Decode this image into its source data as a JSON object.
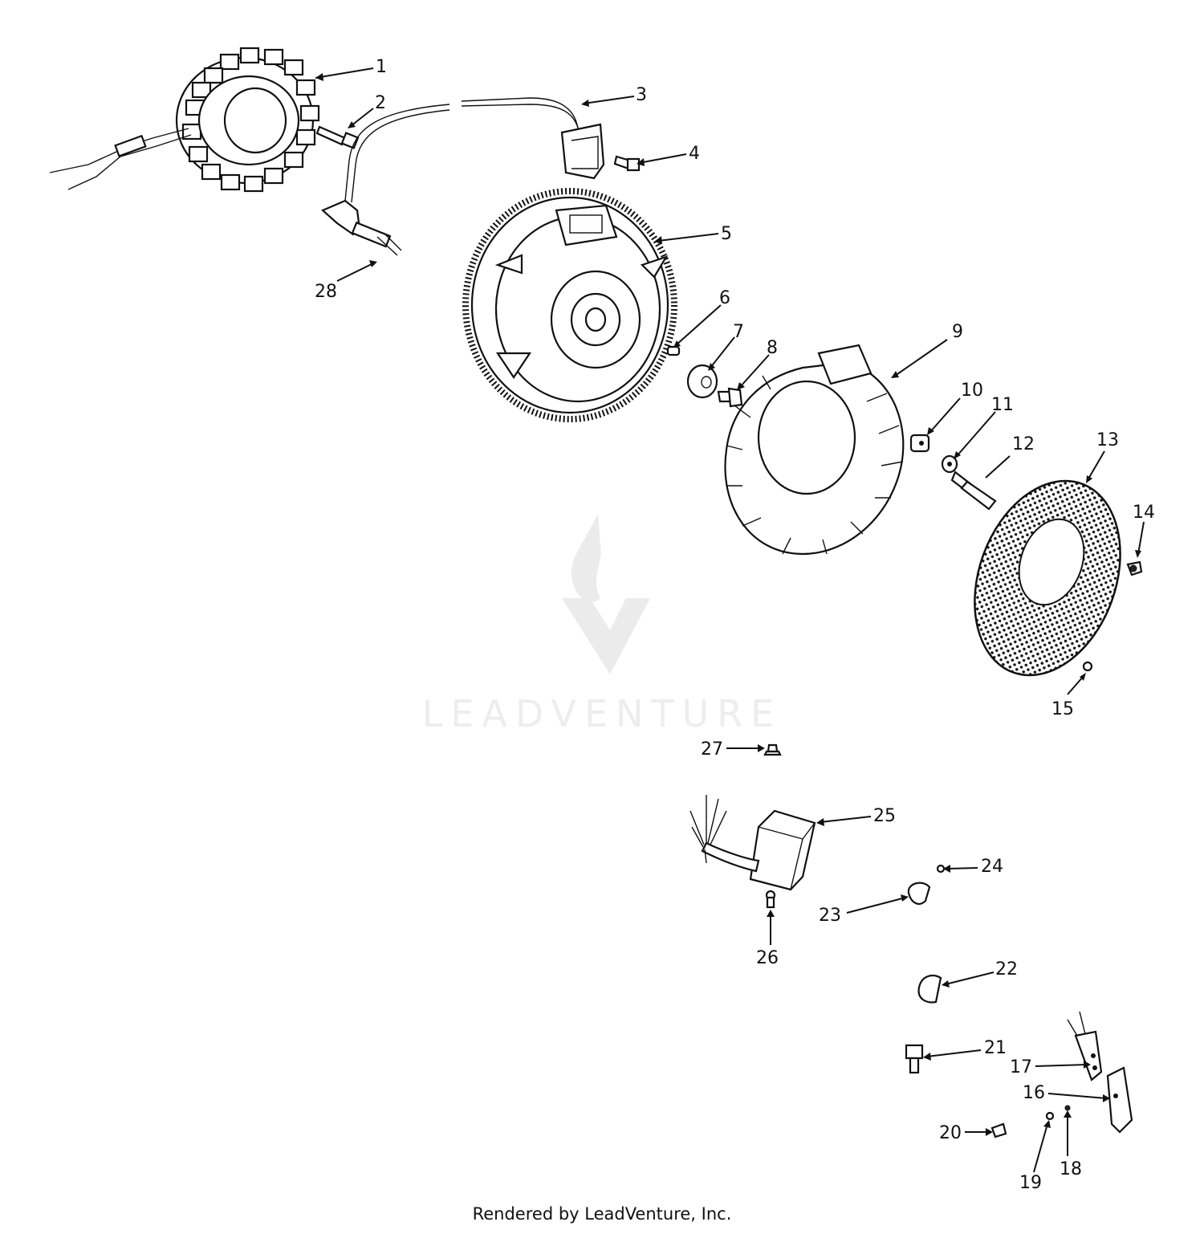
{
  "watermark": {
    "text": "LEADVENTURE"
  },
  "footer": {
    "text": "Rendered by LeadVenture, Inc."
  },
  "callouts": [
    {
      "n": "1"
    },
    {
      "n": "2"
    },
    {
      "n": "3"
    },
    {
      "n": "4"
    },
    {
      "n": "5"
    },
    {
      "n": "6"
    },
    {
      "n": "7"
    },
    {
      "n": "8"
    },
    {
      "n": "9"
    },
    {
      "n": "10"
    },
    {
      "n": "11"
    },
    {
      "n": "12"
    },
    {
      "n": "13"
    },
    {
      "n": "14"
    },
    {
      "n": "15"
    },
    {
      "n": "16"
    },
    {
      "n": "17"
    },
    {
      "n": "18"
    },
    {
      "n": "19"
    },
    {
      "n": "20"
    },
    {
      "n": "21"
    },
    {
      "n": "22"
    },
    {
      "n": "23"
    },
    {
      "n": "24"
    },
    {
      "n": "25"
    },
    {
      "n": "26"
    },
    {
      "n": "27"
    },
    {
      "n": "28"
    }
  ]
}
